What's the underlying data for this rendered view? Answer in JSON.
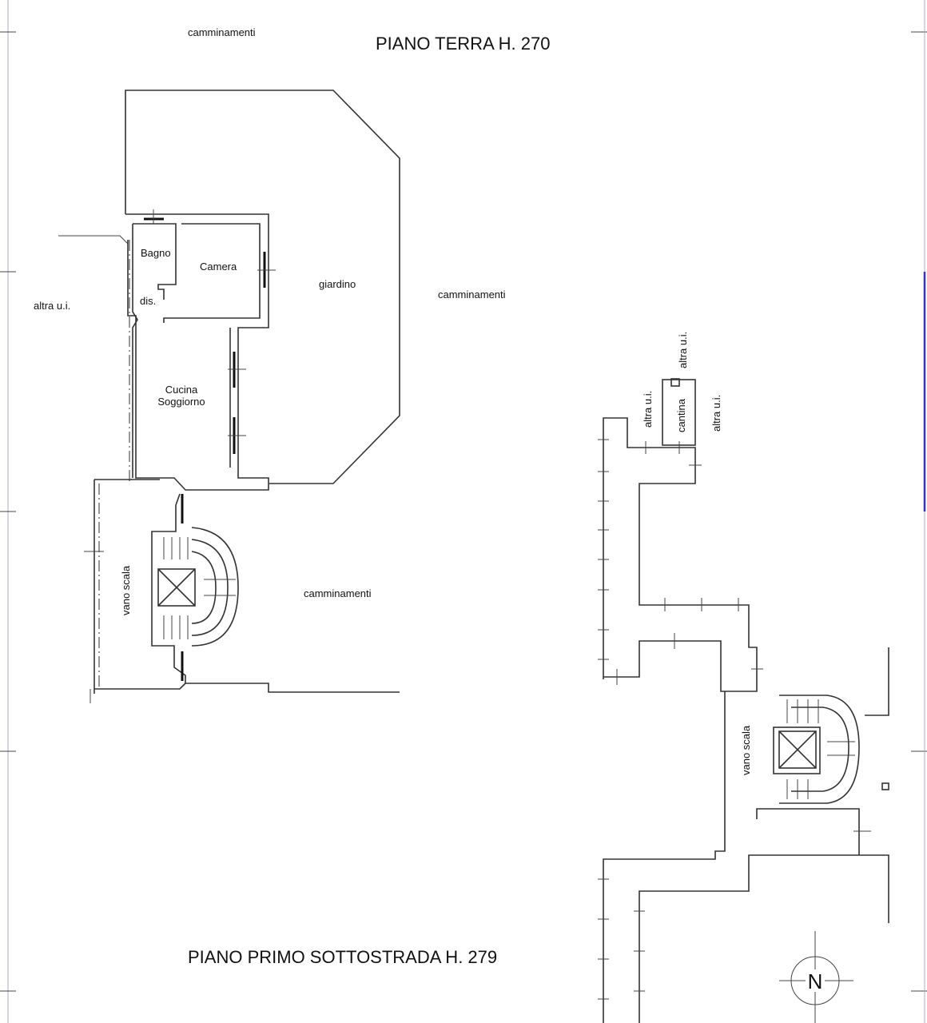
{
  "titles": {
    "ground_floor": "PIANO TERRA H. 270",
    "basement": "PIANO PRIMO SOTTOSTRADA H. 279"
  },
  "labels": {
    "camminamenti_top": "camminamenti",
    "camminamenti_right": "camminamenti",
    "camminamenti_mid": "camminamenti",
    "altra_ui_left": "altra u.i.",
    "giardino": "giardino",
    "bagno": "Bagno",
    "camera": "Camera",
    "dis": "dis.",
    "cucina": "Cucina",
    "soggiorno": "Soggiorno",
    "vano_scala_left": "vano scala",
    "vano_scala_right": "vano scala",
    "cantina": "cantina",
    "altra_ui_1": "altra u.i.",
    "altra_ui_2": "altra u.i.",
    "altra_ui_3": "altra u.i."
  },
  "compass": {
    "north": "N"
  },
  "colors": {
    "line": "#333333",
    "frame_marker": "#3333cc"
  }
}
